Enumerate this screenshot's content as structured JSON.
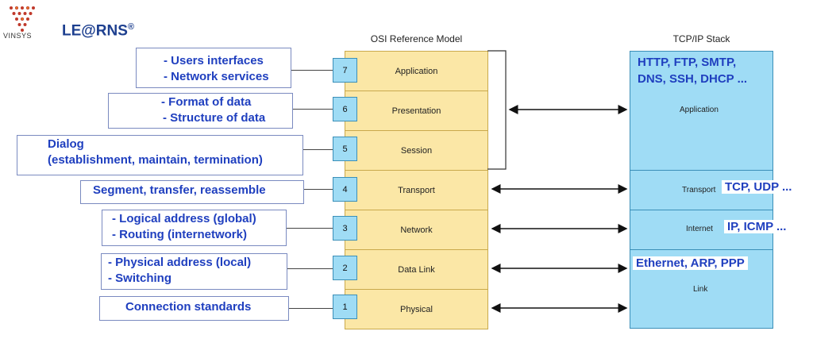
{
  "logos": {
    "vinsys": "VINSYS",
    "learns": "LE@RNS",
    "registered": "®"
  },
  "osi": {
    "title": "OSI Reference Model",
    "layers": [
      {
        "num": "7",
        "name": "Application"
      },
      {
        "num": "6",
        "name": "Presentation"
      },
      {
        "num": "5",
        "name": "Session"
      },
      {
        "num": "4",
        "name": "Transport"
      },
      {
        "num": "3",
        "name": "Network"
      },
      {
        "num": "2",
        "name": "Data Link"
      },
      {
        "num": "1",
        "name": "Physical"
      }
    ]
  },
  "tcpip": {
    "title": "TCP/IP Stack",
    "application": {
      "label": "Application",
      "protocols_line1": "HTTP, FTP, SMTP,",
      "protocols_line2": "DNS, SSH, DHCP ..."
    },
    "transport": {
      "label": "Transport",
      "protocols": "TCP, UDP ..."
    },
    "internet": {
      "label": "Internet",
      "protocols": "IP, ICMP ..."
    },
    "link": {
      "label": "Link",
      "protocols": "Ethernet, ARP, PPP"
    }
  },
  "descriptions": {
    "application": [
      "- Users interfaces",
      "- Network services"
    ],
    "presentation": [
      "- Format of data",
      "- Structure of data"
    ],
    "session": [
      "Dialog",
      "(establishment, maintain, termination)"
    ],
    "transport": [
      "Segment, transfer, reassemble"
    ],
    "network": [
      "- Logical address (global)",
      "- Routing (internetwork)"
    ],
    "datalink": [
      "- Physical address (local)",
      "- Switching"
    ],
    "physical": [
      "Connection standards"
    ]
  },
  "colors": {
    "osi_fill": "#fbe7a6",
    "tcp_fill": "#9fdcf5",
    "desc_text": "#1f3fbf",
    "brand": "#1d3f8f"
  }
}
